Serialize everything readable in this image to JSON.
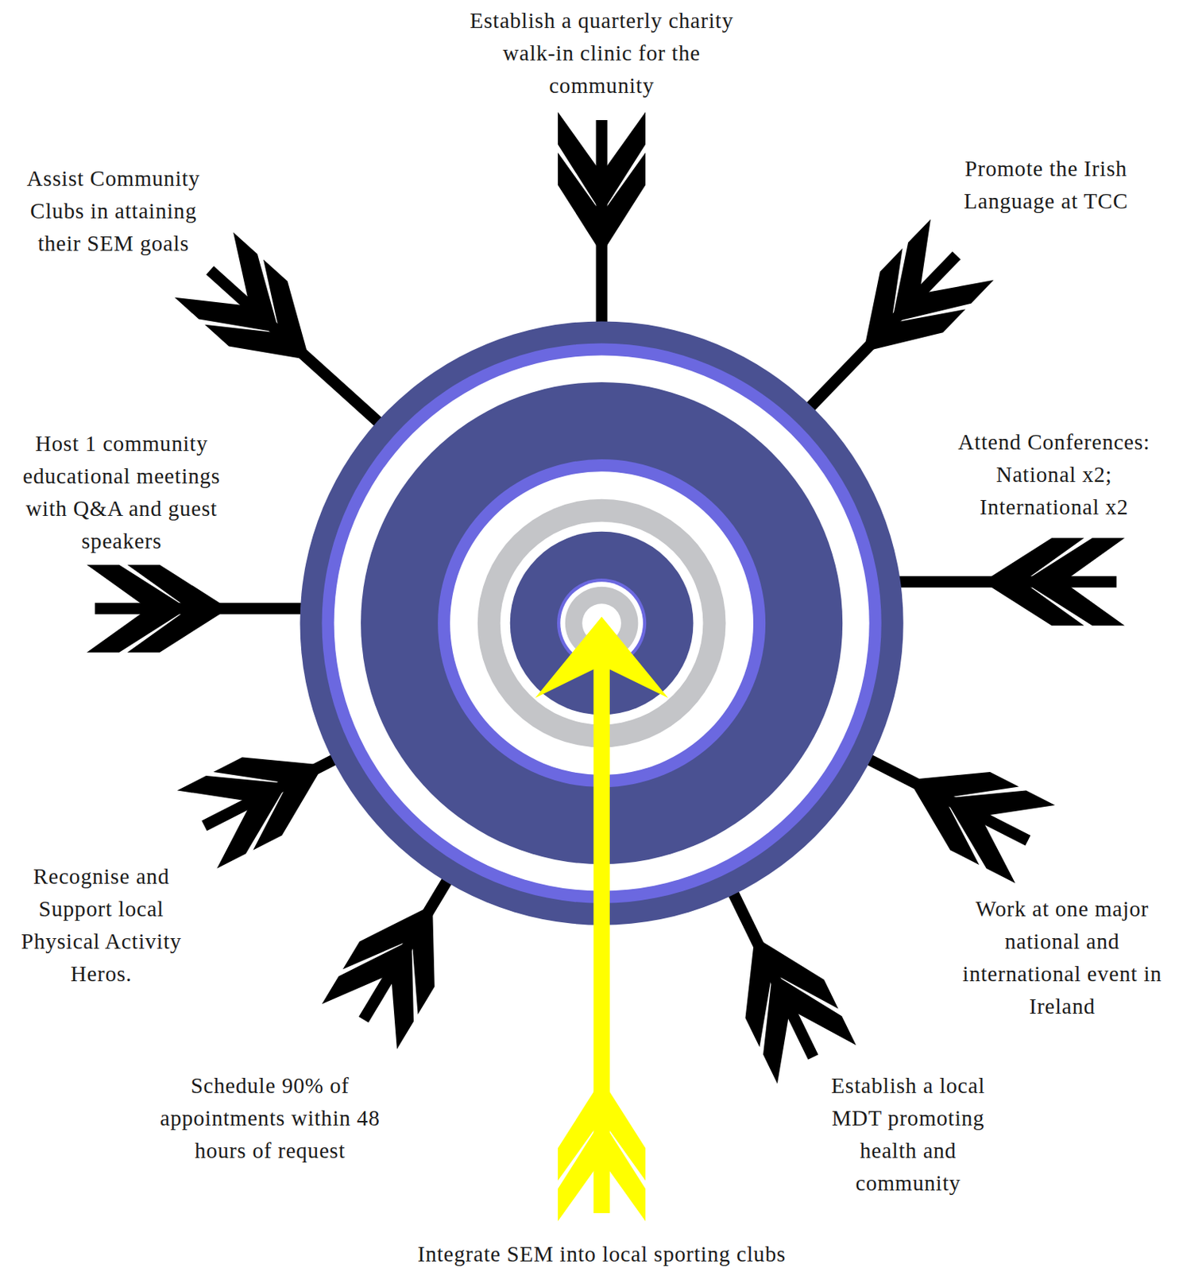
{
  "diagram": {
    "labels": [
      "Establish a quarterly charity walk-in clinic for the community",
      "Assist Community Clubs in attaining their SEM goals",
      "Promote the Irish Language at TCC",
      "Attend Conferences: National x2; International x2",
      "Host 1 community educational meetings with Q&A and guest speakers",
      "Recognise and Support local Physical Activity Heros.",
      "Work at one major national and international event in Ireland",
      "Schedule 90% of appointments within 48 hours of request",
      "Establish a local MDT promoting health and community",
      "Integrate SEM into local sporting clubs"
    ]
  }
}
